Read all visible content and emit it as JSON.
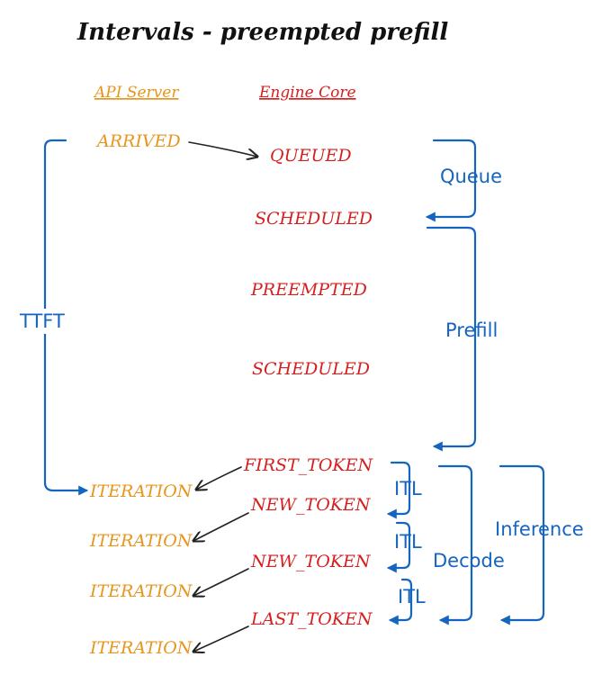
{
  "title": "Intervals - preempted prefill",
  "colors": {
    "api": "#e8951d",
    "engine": "#d61f1f",
    "interval": "#1565c0",
    "arrow": "#222222"
  },
  "headers": {
    "api_server": "API Server",
    "engine_core": "Engine Core"
  },
  "api_states": {
    "arrived": "ARRIVED",
    "iteration_1": "ITERATION",
    "iteration_2": "ITERATION",
    "iteration_3": "ITERATION",
    "iteration_4": "ITERATION"
  },
  "engine_states": {
    "queued": "QUEUED",
    "scheduled_1": "SCHEDULED",
    "preempted": "PREEMPTED",
    "scheduled_2": "SCHEDULED",
    "first_token": "FIRST_TOKEN",
    "new_token_1": "NEW_TOKEN",
    "new_token_2": "NEW_TOKEN",
    "last_token": "LAST_TOKEN"
  },
  "intervals": {
    "ttft": "TTFT",
    "queue": "Queue",
    "prefill": "Prefill",
    "itl_1": "ITL",
    "itl_2": "ITL",
    "itl_3": "ITL",
    "decode": "Decode",
    "inference": "Inference"
  }
}
